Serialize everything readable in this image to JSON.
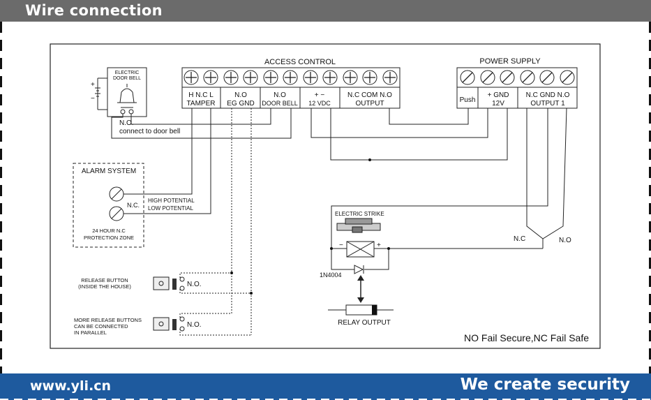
{
  "header": {
    "title": "Wire connection"
  },
  "footer": {
    "url": "www.yli.cn",
    "slogan": "We create security"
  },
  "diagram": {
    "access_control": {
      "title": "ACCESS CONTROL",
      "tamper_top": "H N.C L",
      "tamper_bottom": "TAMPER",
      "eg_top": "N.O",
      "eg_bottom": "EG GND",
      "doorbell_top": "N.O",
      "doorbell_bottom": "DOOR BELL",
      "vdc_top": "+   −",
      "vdc_bottom": "12 VDC",
      "output_top": "N.C COM N.O",
      "output_bottom": "OUTPUT"
    },
    "power_supply": {
      "title": "POWER SUPPLY",
      "push": "Push",
      "v12_top": "+   GND",
      "v12_bottom": "12V",
      "output1_top": "N.C GND N.O",
      "output1_bottom": "OUTPUT 1"
    },
    "door_bell": {
      "title_line1": "ELECTRIC",
      "title_line2": "DOOR BELL",
      "no_label": "N.O.",
      "connect_note": "connect to door bell"
    },
    "alarm_system": {
      "title": "ALARM SYSTEM",
      "nc_label": "N.C.",
      "high_potential": "HIGH POTENTIAL",
      "low_potential": "LOW POTENTIAL",
      "zone_line1": "24 HOUR N.C",
      "zone_line2": "PROTECTION ZONE"
    },
    "release_button": {
      "label_line1": "RELEASE BUTTON",
      "label_line2": "(INSIDE THE HOUSE)",
      "no_label": "N.O."
    },
    "more_release_buttons": {
      "label_line1": "MORE RELEASE BUTTONS",
      "label_line2": "CAN BE CONNECTED",
      "label_line3": "IN PARALLEL",
      "no_label": "N.O."
    },
    "electric_strike": {
      "title": "ELECTRIC STRIKE",
      "minus": "−",
      "plus": "+",
      "diode": "1N4004"
    },
    "relay_output": "RELAY OUTPUT",
    "nc_label": "N.C",
    "no_label": "N.O",
    "fail_note": "NO Fail Secure,NC Fail Safe"
  }
}
